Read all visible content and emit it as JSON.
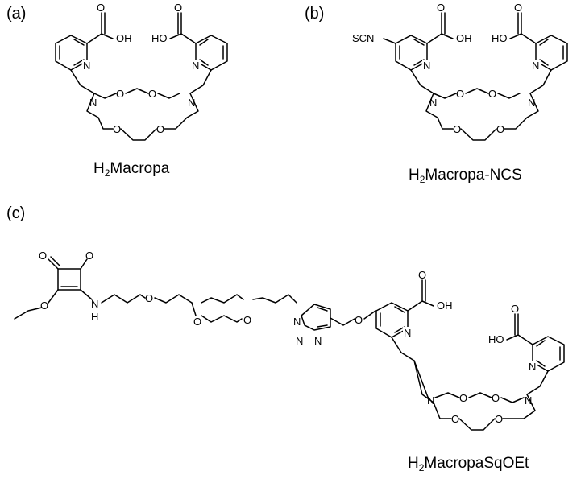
{
  "panels": {
    "a": {
      "label": "(a)",
      "name_prefix": "H",
      "name_subscript": "2",
      "name_suffix": "Macropa"
    },
    "b": {
      "label": "(b)",
      "name_prefix": "H",
      "name_subscript": "2",
      "name_suffix": "Macropa-NCS"
    },
    "c": {
      "label": "(c)",
      "name_prefix": "H",
      "name_subscript": "2",
      "name_suffix": "MacropaSqOEt"
    }
  },
  "atoms": {
    "oh": "OH",
    "ho": "HO",
    "o": "O",
    "n": "N",
    "nh": "N",
    "h": "H",
    "scn": "SCN",
    "n_dash": "N",
    "triazole_n1": "N",
    "triazole_n2": "N",
    "triazole_n3": "N"
  }
}
